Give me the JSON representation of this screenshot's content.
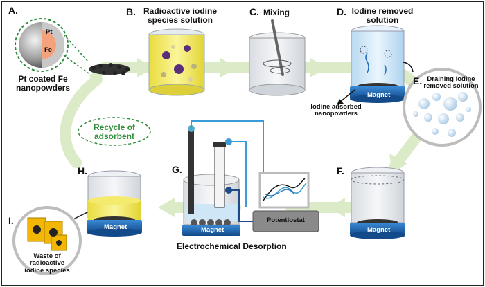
{
  "steps": {
    "a": {
      "letter": "A.",
      "caption": "Pt coated Fe nanopowders",
      "shell_label": "Pt",
      "core_label": "Fe"
    },
    "b": {
      "letter": "B.",
      "caption": "Radioactive iodine species solution"
    },
    "c": {
      "letter": "C.",
      "caption": "Mixing"
    },
    "d": {
      "letter": "D.",
      "caption": "Iodine removed solution",
      "magnet": "Magnet",
      "annotation": "Iodine adsorbed nanopowders"
    },
    "e": {
      "letter": "E.",
      "caption": "Draining iodine removed solution"
    },
    "f": {
      "letter": "F.",
      "magnet": "Magnet"
    },
    "g": {
      "letter": "G.",
      "caption": "Electrochemical Desorption",
      "magnet": "Magnet",
      "device": "Potentiostat"
    },
    "h": {
      "letter": "H.",
      "magnet": "Magnet"
    },
    "i": {
      "letter": "I.",
      "caption": "Waste of radioactive iodine species"
    }
  },
  "recycle": {
    "label": "Recycle of adsorbent"
  },
  "colors": {
    "cycle_arrow": "#dcebc7",
    "recycle_text": "#2f8f3a",
    "magnet_blue": "#1f6db5",
    "yellow_solution": "#f3ea6e",
    "water_blue": "#cfe6f7",
    "potentiostat_gray": "#8a8a8a",
    "electrode_blue": "#3a9bd6"
  }
}
